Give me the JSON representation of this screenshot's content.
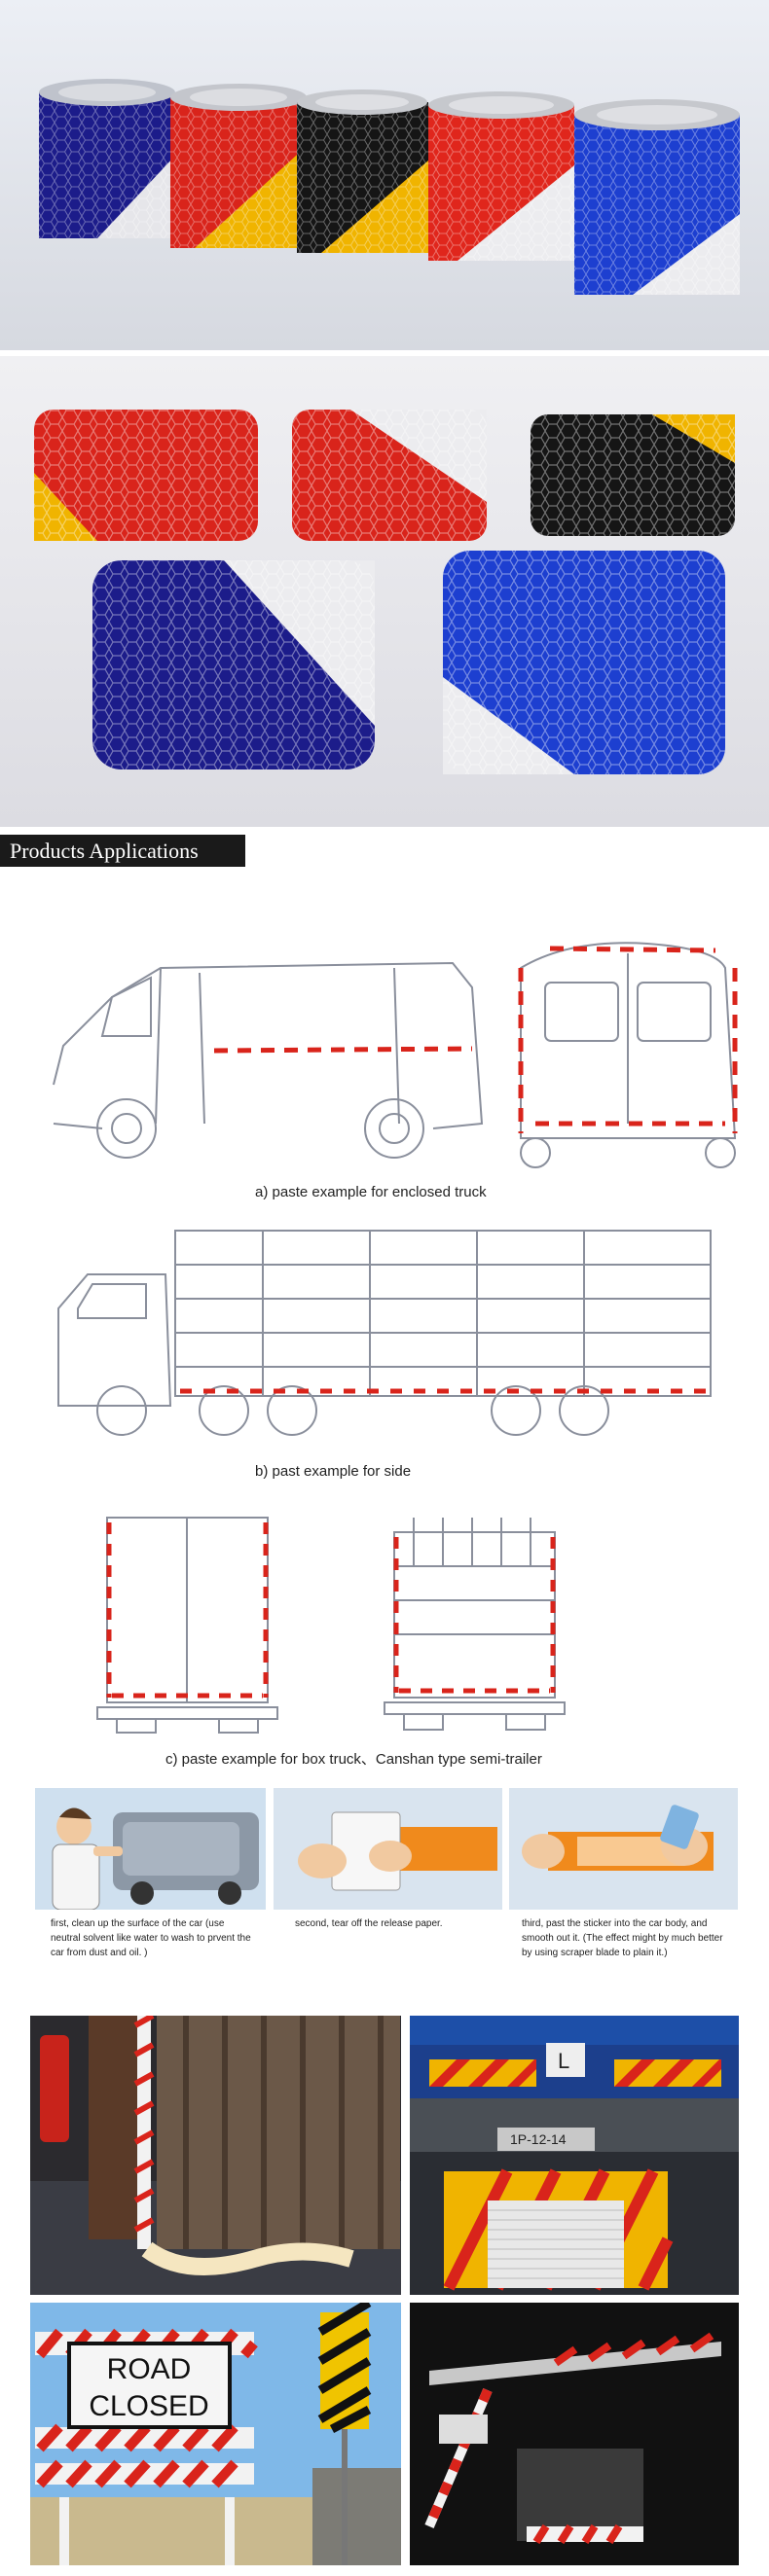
{
  "section_title": "Products Applications",
  "captions": {
    "a": "a)   paste example for enclosed truck",
    "b": "b)   past example for side",
    "c": "c)   paste example for box truck、Canshan type semi-trailer"
  },
  "steps": [
    {
      "text": "first, clean up the surface of the car (use neutral solvent like water to wash to prvent the car from dust and oil. )"
    },
    {
      "text": "second, tear off the  release paper."
    },
    {
      "text": "third,  past the sticker into the car body, and smooth out it. (The effect might by much better by using scraper blade to plain it.)"
    }
  ],
  "road_sign": {
    "line1": "ROAD",
    "line2": "CLOSED"
  },
  "plate_text": "1P-12-14",
  "truck_mark": "L",
  "colors": {
    "red": "#d9241b",
    "yellow": "#f0b400",
    "blue": "#1d3fd0",
    "navy": "#1c1c8a",
    "black": "#151515",
    "white": "#f2f2f2"
  }
}
